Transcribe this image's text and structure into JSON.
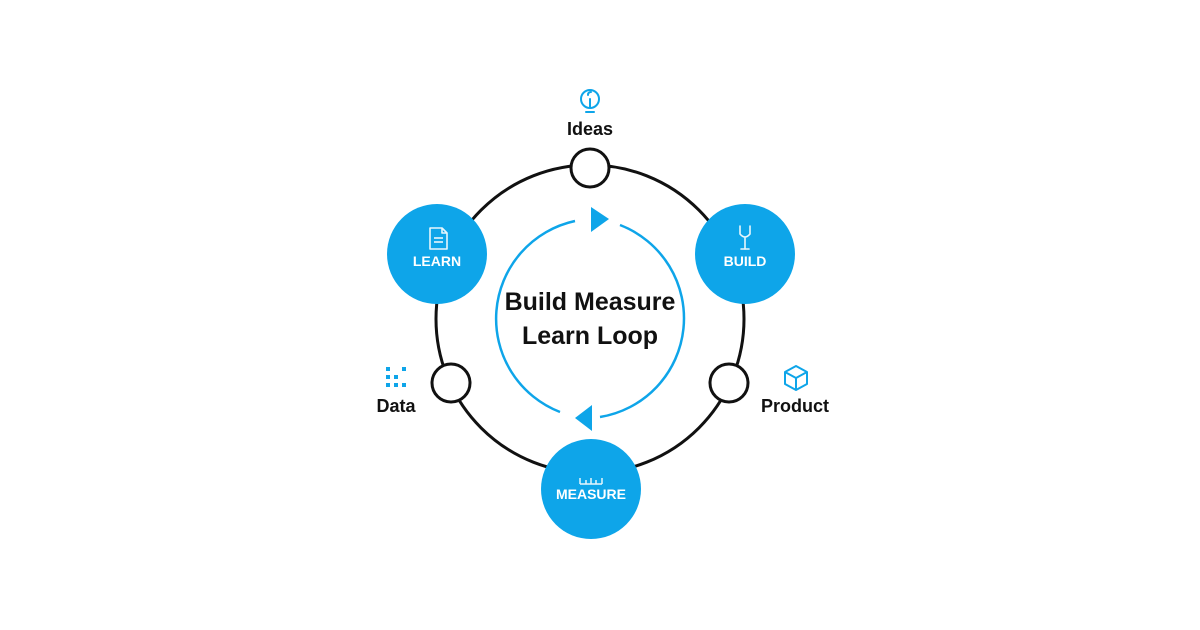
{
  "title": {
    "line1": "Build Measure",
    "line2": "Learn Loop"
  },
  "stages": {
    "learn": "LEARN",
    "build": "BUILD",
    "measure": "MEASURE"
  },
  "artifacts": {
    "ideas": "Ideas",
    "product": "Product",
    "data": "Data"
  },
  "icons": {
    "ideas": "lightbulb-icon",
    "product": "box-icon",
    "data": "grid-icon",
    "learn": "document-icon",
    "build": "wrench-icon",
    "measure": "ruler-icon"
  },
  "colors": {
    "accent": "#0EA5E9",
    "ring": "#111111",
    "text": "#111111",
    "stage_text": "#FFFFFF"
  }
}
